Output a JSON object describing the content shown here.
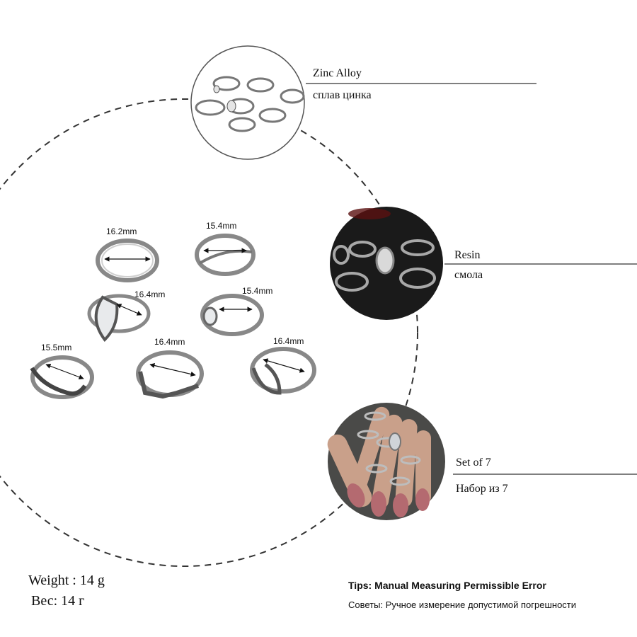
{
  "materials": [
    {
      "name_en": "Zinc Alloy",
      "name_ru": "сплав цинка"
    },
    {
      "name_en": "Resin",
      "name_ru": "смола"
    },
    {
      "name_en": "Set of 7",
      "name_ru": "Набор из 7"
    }
  ],
  "ring_sizes": [
    "16.2mm",
    "15.4mm",
    "16.4mm",
    "15.4mm",
    "15.5mm",
    "16.4mm",
    "16.4mm"
  ],
  "weight": {
    "en": "Weight : 14 g",
    "ru": "Вес: 14 г"
  },
  "tips": {
    "en": "Tips: Manual Measuring Permissible Error",
    "ru": "Советы: Ручное измерение допустимой погрешности"
  },
  "colors": {
    "line": "#333333",
    "ring_silver": "#9a9a9a",
    "dark_bg": "#1a1a1a",
    "skin": "#c9a08a",
    "nail": "#b46a70"
  }
}
